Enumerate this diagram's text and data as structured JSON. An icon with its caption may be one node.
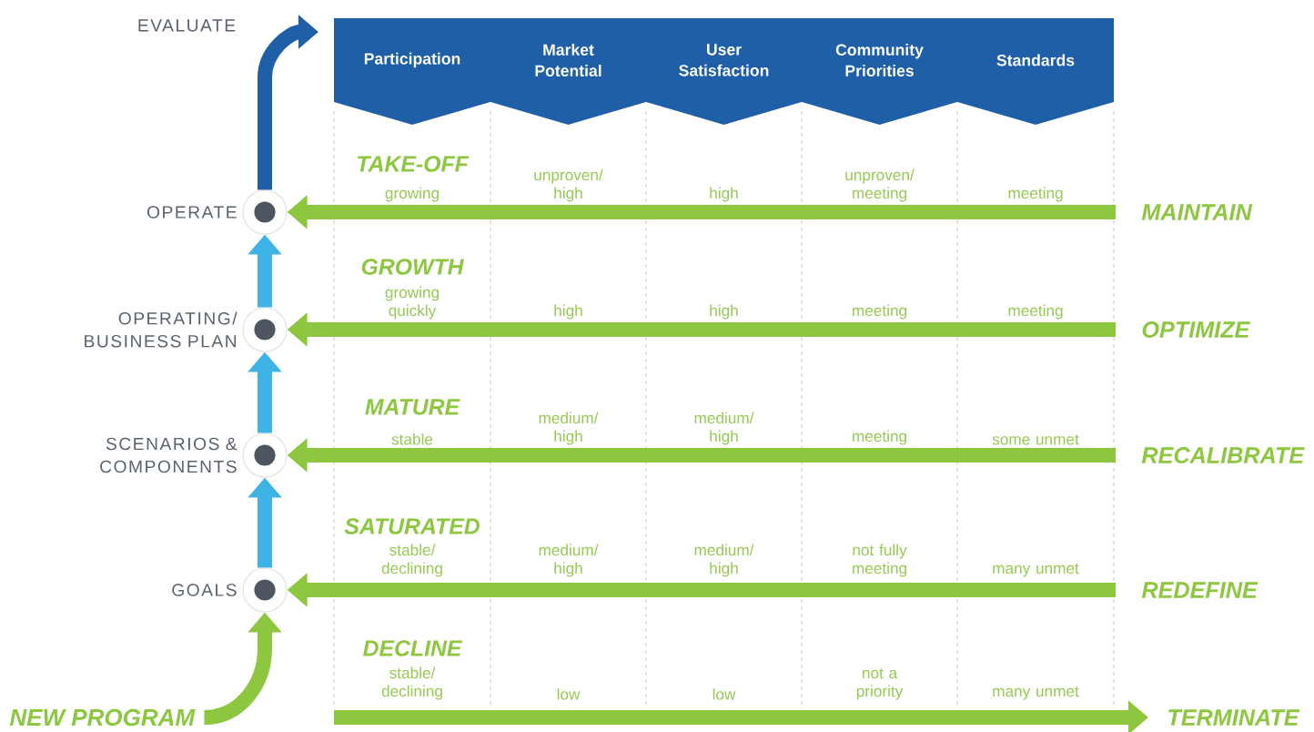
{
  "diagram": {
    "nodes": [
      {
        "text": [
          "Participation"
        ]
      },
      {
        "text": [
          "Market Potential"
        ]
      },
      {
        "text": [
          "User Satisfaction"
        ]
      },
      {
        "text": [
          "Community Priorities"
        ]
      },
      {
        "text": [
          "Standards"
        ]
      },
      {
        "text": [],
        "shape": "circle",
        "beside": [
          "OPERATE"
        ]
      },
      {
        "text": [
          "MAINTAIN"
        ]
      },
      {
        "text": [],
        "shape": "circle",
        "beside": [
          "OPERATING/ BUSINESS PLAN"
        ]
      },
      {
        "text": [
          "OPTIMIZE"
        ]
      },
      {
        "text": [],
        "shape": "circle",
        "beside": [
          "SCENARIOS & COMPONENTS"
        ]
      },
      {
        "text": [
          "RECALIBRATE"
        ]
      },
      {
        "text": [],
        "shape": "circle",
        "beside": [
          "GOALS"
        ]
      },
      {
        "text": [
          "REDEFINE"
        ]
      },
      {
        "text": [
          "NEW PROGRAM"
        ]
      },
      {
        "text": [
          "TERMINATE"
        ]
      }
    ],
    "edges": [
      {
        "from": 13,
        "to": 11,
        "arrow": "to"
      },
      {
        "from": 11,
        "to": 9,
        "arrow": "to",
        "color": "#3db4e5"
      },
      {
        "from": 9,
        "to": 7,
        "arrow": "to",
        "color": "#3db4e5"
      },
      {
        "from": 7,
        "to": 5,
        "arrow": "to",
        "color": "#3db4e5"
      },
      {
        "from": 5,
        "to": null,
        "arrow": "to",
        "color": "#1f5fa8"
      },
      {
        "from": 6,
        "to": 5,
        "arrow": "to"
      },
      {
        "from": 8,
        "to": 7,
        "arrow": "to"
      },
      {
        "from": 10,
        "to": 9,
        "arrow": "to"
      },
      {
        "from": 12,
        "to": 11,
        "arrow": "to"
      },
      {
        "from": null,
        "to": 14,
        "arrow": "to"
      }
    ],
    "labels": [
      "EVALUATE",
      "TAKE-OFF",
      "growing",
      "unproven/ high",
      "high",
      "unproven/ meeting",
      "meeting",
      "GROWTH",
      "growing quickly",
      "high",
      "high",
      "meeting",
      "meeting",
      "MATURE",
      "stable",
      "medium/ high",
      "medium/ high",
      "meeting",
      "some unmet",
      "SATURATED",
      "stable/ declining",
      "medium/ high",
      "medium/ high",
      "not fully meeting",
      "many unmet",
      "DECLINE",
      "stable/ declining",
      "low",
      "low",
      "not a priority",
      "many unmet"
    ]
  }
}
